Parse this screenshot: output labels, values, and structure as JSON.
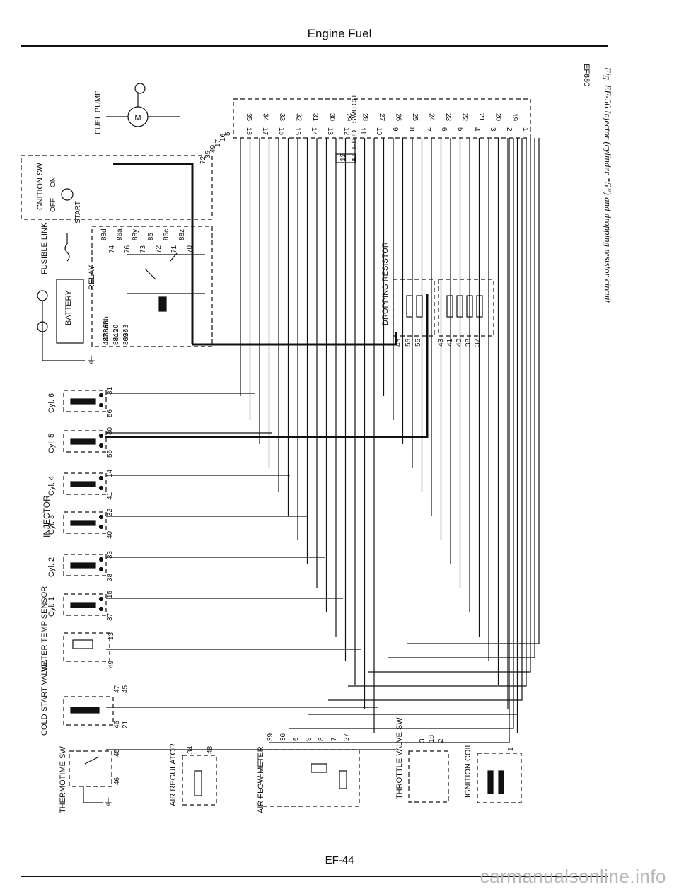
{
  "header": {
    "title": "Engine Fuel"
  },
  "footer": {
    "page": "EF-44",
    "watermark": "carmanualsonline.info"
  },
  "figure": {
    "code": "EF680",
    "caption": "Fig. EF-56 Injector (cylinder “5”) and dropping resistor circuit"
  },
  "components": {
    "fuel_pump": "FUEL PUMP",
    "motor": "M",
    "ignition_sw": "IGNITION SW",
    "ignition_positions": [
      "OFF",
      "ON",
      "START"
    ],
    "fusible_link": "FUSIBLE LINK",
    "battery": "BATTERY",
    "relay": "RELAY",
    "altitude_switch": "ALTI-TUDE SWITCH",
    "dropping_resistor": "DROPPING RESISTOR",
    "injector": "INJECTOR",
    "cylinders": [
      "Cyl. 6",
      "Cyl. 5",
      "Cyl. 4",
      "Cyl. 3",
      "Cyl. 2",
      "Cyl. 1"
    ],
    "water_temp_sensor": "WATER TEMP SENSOR",
    "cold_start_valve": "COLD START VALVE",
    "thermotime_sw": "THERMOTIME SW",
    "air_regulator": "AIR REGULATOR",
    "air_flow_meter": "AIR FLOW METER",
    "throttle_valve_sw": "THROTTLE VALVE SW",
    "ignition_coil": "IGNITION COIL"
  },
  "pins": {
    "connector_top": [
      "35",
      "34",
      "33",
      "32",
      "31",
      "30",
      "29",
      "28",
      "27",
      "26",
      "25",
      "24",
      "23",
      "22",
      "21",
      "20",
      "19"
    ],
    "connector_bottom": [
      "18",
      "17",
      "16",
      "15",
      "14",
      "13",
      "12",
      "11",
      "10",
      "9",
      "8",
      "7",
      "6",
      "5",
      "4",
      "3",
      "2",
      "1"
    ],
    "relay_left": [
      "48",
      "88c",
      "86",
      "47",
      "4",
      "39",
      "88a",
      "10",
      "36",
      "86b",
      "20",
      "43",
      "88b"
    ],
    "relay_right": [
      "88d",
      "74",
      "86a",
      "76",
      "88y",
      "73",
      "85",
      "72",
      "86c",
      "71",
      "88z",
      "70"
    ],
    "relay_top": [
      "72",
      "35",
      "49",
      "17",
      "16",
      "5"
    ],
    "altitude": [
      "12",
      "9"
    ],
    "dropping_a": [
      "43",
      "56",
      "55"
    ],
    "dropping_b": [
      "43",
      "41",
      "40",
      "38",
      "37"
    ],
    "cyl6": [
      "31",
      "56"
    ],
    "cyl5": [
      "30",
      "55"
    ],
    "cyl4": [
      "14",
      "41"
    ],
    "cyl3": [
      "32",
      "40"
    ],
    "cyl2": [
      "33",
      "38"
    ],
    "cyl1": [
      "15",
      "37"
    ],
    "water": [
      "13",
      "49"
    ],
    "cold_start": [
      "47",
      "45",
      "46",
      "21"
    ],
    "thermo": [
      "45",
      "46"
    ],
    "air_reg": [
      "34",
      "48"
    ],
    "air_flow": [
      "39",
      "36",
      "6",
      "9",
      "8",
      "7",
      "27"
    ],
    "throttle": [
      "3",
      "18",
      "2"
    ],
    "coil": [
      "1"
    ]
  }
}
